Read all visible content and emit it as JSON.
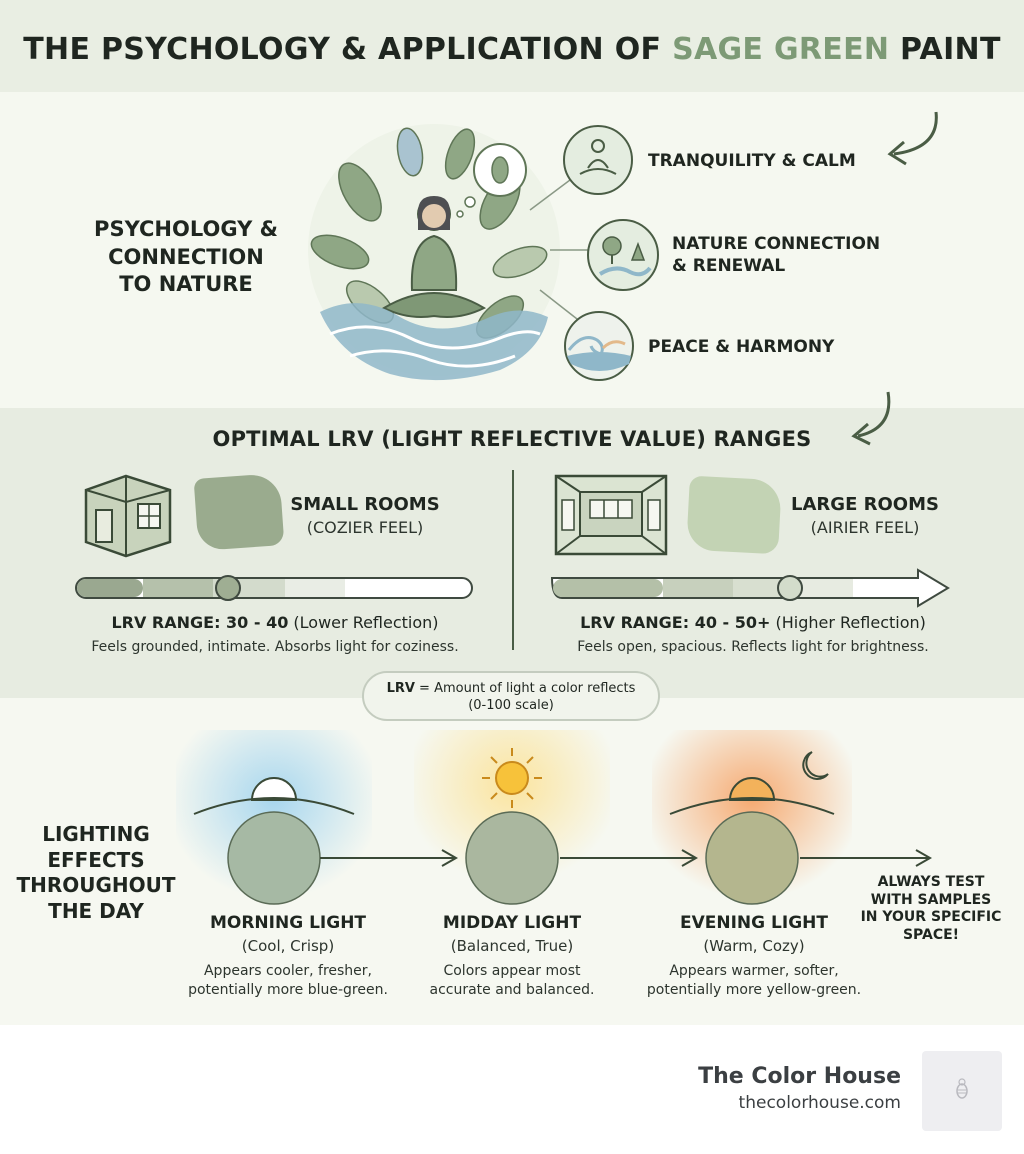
{
  "title": {
    "prefix": "THE PSYCHOLOGY & APPLICATION OF ",
    "highlight": "SAGE GREEN",
    "suffix": " PAINT"
  },
  "psychology": {
    "label_lines": [
      "PSYCHOLOGY &",
      "CONNECTION",
      "TO NATURE"
    ],
    "benefits": [
      {
        "lines": [
          "TRANQUILITY & CALM"
        ],
        "icon": "meditation-icon"
      },
      {
        "lines": [
          "NATURE CONNECTION",
          "& RENEWAL"
        ],
        "icon": "landscape-icon"
      },
      {
        "lines": [
          "PEACE & HARMONY"
        ],
        "icon": "wave-icon"
      }
    ]
  },
  "lrv": {
    "heading": "OPTIMAL LRV (LIGHT REFLECTIVE VALUE) RANGES",
    "small": {
      "title": "SMALL ROOMS",
      "subtitle": "(COZIER FEEL)",
      "range_label": "LRV RANGE: 30 - 40",
      "range_note": " (Lower Reflection)",
      "desc": "Feels grounded, intimate. Absorbs light for coziness.",
      "swatch": "#9aab8e"
    },
    "large": {
      "title": "LARGE ROOMS",
      "subtitle": "(AIRIER FEEL)",
      "range_label": "LRV RANGE: 40 - 50+",
      "range_note": " (Higher Reflection)",
      "desc": "Feels open, spacious. Reflects light for brightness.",
      "swatch": "#c3d3b4"
    },
    "definition_term": "LRV",
    "definition_text": " = Amount of light a color reflects",
    "definition_scale": "(0-100 scale)"
  },
  "lighting": {
    "label_lines": [
      "LIGHTING",
      "EFFECTS",
      "THROUGHOUT",
      "THE DAY"
    ],
    "phases": [
      {
        "title": "MORNING LIGHT",
        "subtitle": "(Cool, Crisp)",
        "desc_lines": [
          "Appears cooler, fresher,",
          "potentially more blue-green."
        ],
        "swatch": "#a6b9a4",
        "glow": "#9fd3ee"
      },
      {
        "title": "MIDDAY LIGHT",
        "subtitle": "(Balanced, True)",
        "desc_lines": [
          "Colors appear most",
          "accurate and balanced."
        ],
        "swatch": "#aab79f",
        "glow": "#fbe39a"
      },
      {
        "title": "EVENING LIGHT",
        "subtitle": "(Warm, Cozy)",
        "desc_lines": [
          "Appears warmer, softer,",
          "potentially more yellow-green."
        ],
        "swatch": "#b4b68e",
        "glow": "#f6a66b"
      }
    ],
    "tip_lines": [
      "ALWAYS TEST",
      "WITH SAMPLES",
      "IN YOUR SPECIFIC",
      "SPACE!"
    ]
  },
  "brand": {
    "name": "The Color House",
    "url": "thecolorhouse.com"
  },
  "colors": {
    "sage": "#7d9a76",
    "dark_text": "#1f2620",
    "slider_line": "#3f4a40"
  }
}
